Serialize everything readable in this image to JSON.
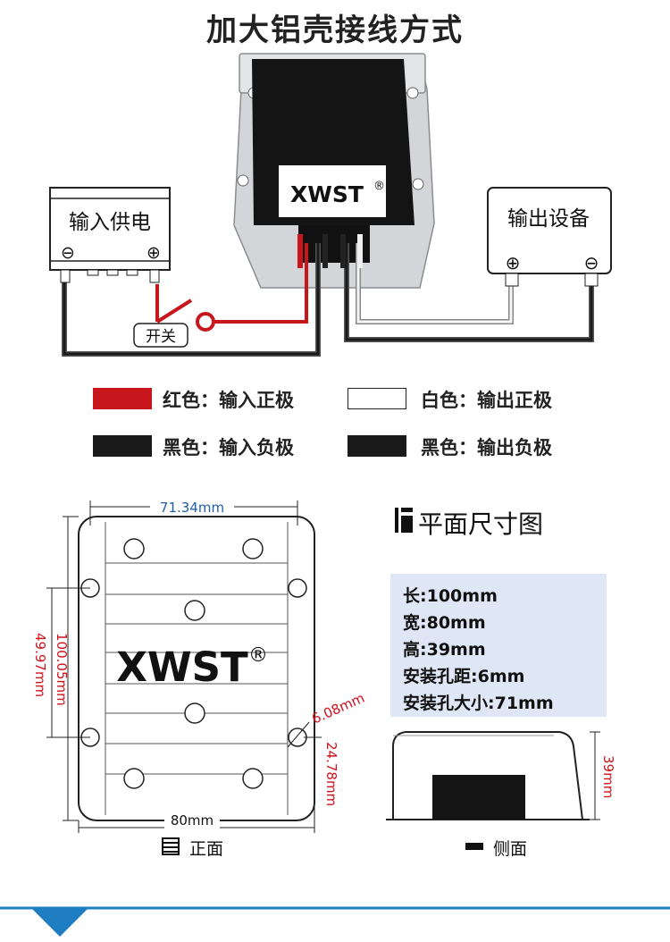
{
  "title": "加大铝壳接线方式",
  "wiring": {
    "brand": "XWST",
    "registered_mark": "®",
    "input_box_label": "输入供电",
    "output_box_label": "输出设备",
    "switch_label": "开关",
    "minus_symbol": "⊖",
    "plus_symbol": "⊕"
  },
  "legend": [
    {
      "color": "#c8161d",
      "label": "红色：输入正极"
    },
    {
      "color": "#ffffff",
      "label": "白色：输出正极"
    },
    {
      "color": "#1a1a1a",
      "label": "黑色：输入负极"
    },
    {
      "color": "#1a1a1a",
      "label": "黑色：输出负极"
    }
  ],
  "plan": {
    "title": "平面尺寸图",
    "brand": "XWST",
    "registered_mark": "®",
    "dim_top": "71.34mm",
    "dim_bottom": "80mm",
    "dim_left_outer": "49.97mm",
    "dim_left_inner": "100.05mm",
    "dim_hole": "6.08mm",
    "dim_right": "24.78mm",
    "front_label": "正面",
    "side_label": "侧面",
    "side_height": "39mm"
  },
  "specs": [
    {
      "key": "长",
      "value": ":100mm"
    },
    {
      "key": "宽",
      "value": ":80mm"
    },
    {
      "key": "高",
      "value": ":39mm"
    },
    {
      "key": "安装孔距",
      "value": ":6mm"
    },
    {
      "key": "安装孔大小",
      "value": ":71mm"
    }
  ],
  "colors": {
    "accent_blue": "#1f7ec1",
    "dim_red": "#d0121b",
    "dim_blue": "#1f5fa8",
    "spec_bg": "#dfe6f5"
  }
}
